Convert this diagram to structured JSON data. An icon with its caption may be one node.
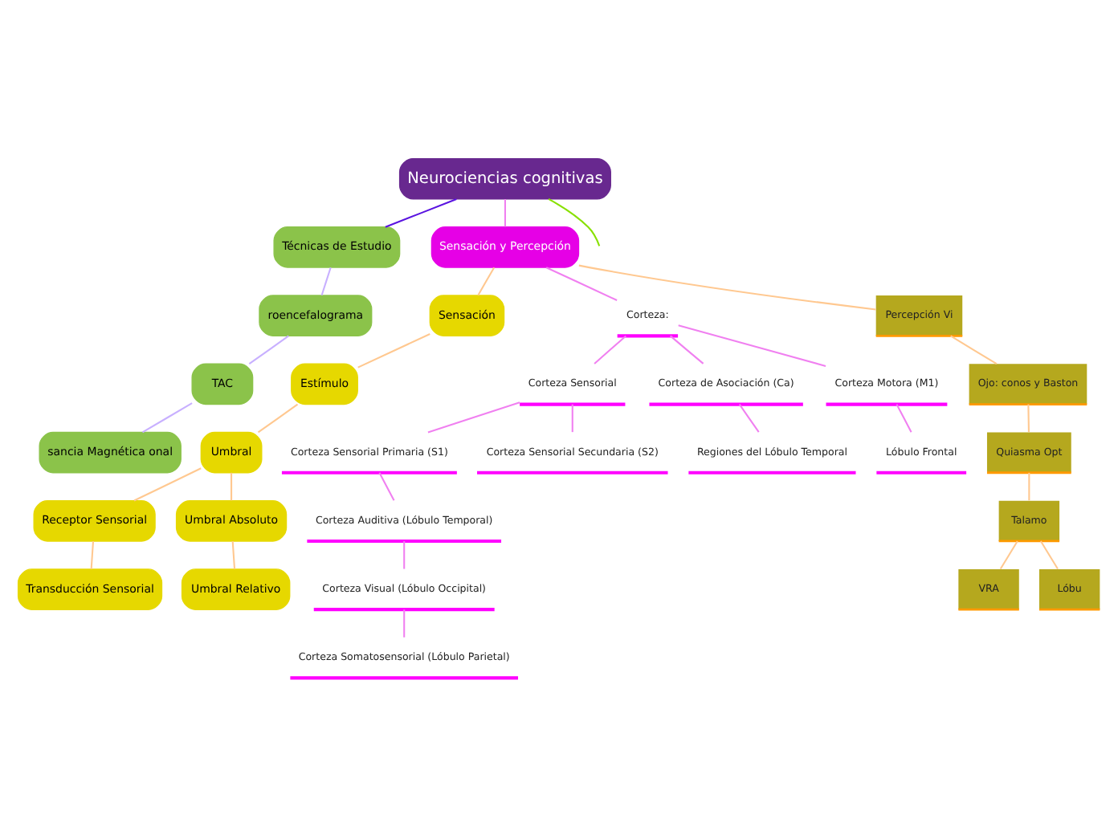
{
  "diagram": {
    "nodes": [
      {
        "text": [
          "Neurociencias cognitivas"
        ]
      },
      {
        "text": [
          "Técnicas de Estudio"
        ]
      },
      {
        "text": [
          "roencefalograma"
        ]
      },
      {
        "text": [
          "TAC"
        ]
      },
      {
        "text": [
          "sancia Magnética onal"
        ]
      },
      {
        "text": [
          "Sensación y Percepción"
        ]
      },
      {
        "text": [
          "Sensación"
        ]
      },
      {
        "text": [
          "Estímulo"
        ]
      },
      {
        "text": [
          "Umbral"
        ]
      },
      {
        "text": [
          "Receptor Sensorial"
        ]
      },
      {
        "text": [
          "Transducción Sensorial"
        ]
      },
      {
        "text": [
          "Umbral Absoluto"
        ]
      },
      {
        "text": [
          "Umbral Relativo"
        ]
      },
      {
        "text": [
          "Corteza:"
        ]
      },
      {
        "text": [
          "Corteza Sensorial"
        ]
      },
      {
        "text": [
          "Corteza Sensorial Primaria (S1)"
        ]
      },
      {
        "text": [
          "Corteza Auditiva (Lóbulo Temporal)"
        ]
      },
      {
        "text": [
          "Corteza Visual (Lóbulo Occipital)"
        ]
      },
      {
        "text": [
          "Corteza Somatosensorial (Lóbulo Parietal)"
        ]
      },
      {
        "text": [
          "Corteza Sensorial Secundaria (S2)"
        ]
      },
      {
        "text": [
          "Corteza de Asociación (Ca)"
        ]
      },
      {
        "text": [
          "Regiones del Lóbulo Temporal"
        ]
      },
      {
        "text": [
          "Corteza Motora (M1)"
        ]
      },
      {
        "text": [
          "Lóbulo Frontal"
        ]
      },
      {
        "text": [
          "Percepción Vi"
        ]
      },
      {
        "text": [
          "Ojo: conos y Baston"
        ]
      },
      {
        "text": [
          "Quiasma Opt"
        ]
      },
      {
        "text": [
          "Talamo"
        ]
      },
      {
        "text": [
          "VRA"
        ]
      },
      {
        "text": [
          "Lóbu"
        ]
      }
    ],
    "edges": [
      {
        "from": 0,
        "to": 1,
        "arrow": "none",
        "color": "#5a14e0"
      },
      {
        "from": 1,
        "to": 2,
        "arrow": "none",
        "color": "#c8b0ff"
      },
      {
        "from": 2,
        "to": 3,
        "arrow": "none",
        "color": "#c8b0ff"
      },
      {
        "from": 3,
        "to": 4,
        "arrow": "none",
        "color": "#c8b0ff"
      },
      {
        "from": 0,
        "to": 5,
        "arrow": "none",
        "color": "#f080f0"
      },
      {
        "from": 0,
        "to": null,
        "arrow": "none",
        "color": "#88e000"
      },
      {
        "from": 5,
        "to": 6,
        "arrow": "none"
      },
      {
        "from": 6,
        "to": 7,
        "arrow": "none"
      },
      {
        "from": 7,
        "to": 8,
        "arrow": "none"
      },
      {
        "from": 8,
        "to": 9,
        "arrow": "none"
      },
      {
        "from": 9,
        "to": 10,
        "arrow": "none"
      },
      {
        "from": 8,
        "to": 11,
        "arrow": "none"
      },
      {
        "from": 11,
        "to": 12,
        "arrow": "none"
      },
      {
        "from": 5,
        "to": 13,
        "arrow": "none",
        "color": "#f080f0"
      },
      {
        "from": 13,
        "to": 14,
        "arrow": "none",
        "color": "#f080f0"
      },
      {
        "from": 14,
        "to": 15,
        "arrow": "none",
        "color": "#f080f0"
      },
      {
        "from": 15,
        "to": 16,
        "arrow": "none",
        "color": "#f080f0"
      },
      {
        "from": 16,
        "to": 17,
        "arrow": "none",
        "color": "#f080f0"
      },
      {
        "from": 17,
        "to": 18,
        "arrow": "none",
        "color": "#f080f0"
      },
      {
        "from": 14,
        "to": 19,
        "arrow": "none",
        "color": "#f080f0"
      },
      {
        "from": 13,
        "to": 20,
        "arrow": "none",
        "color": "#f080f0"
      },
      {
        "from": 20,
        "to": 21,
        "arrow": "none",
        "color": "#f080f0"
      },
      {
        "from": 13,
        "to": 22,
        "arrow": "none",
        "color": "#f080f0"
      },
      {
        "from": 22,
        "to": 23,
        "arrow": "none",
        "color": "#f080f0"
      },
      {
        "from": 5,
        "to": 24,
        "arrow": "none"
      },
      {
        "from": 24,
        "to": 25,
        "arrow": "none"
      },
      {
        "from": 25,
        "to": 26,
        "arrow": "none"
      },
      {
        "from": 26,
        "to": 27,
        "arrow": "none"
      },
      {
        "from": 27,
        "to": 28,
        "arrow": "none"
      },
      {
        "from": 27,
        "to": 29,
        "arrow": "none"
      }
    ]
  }
}
